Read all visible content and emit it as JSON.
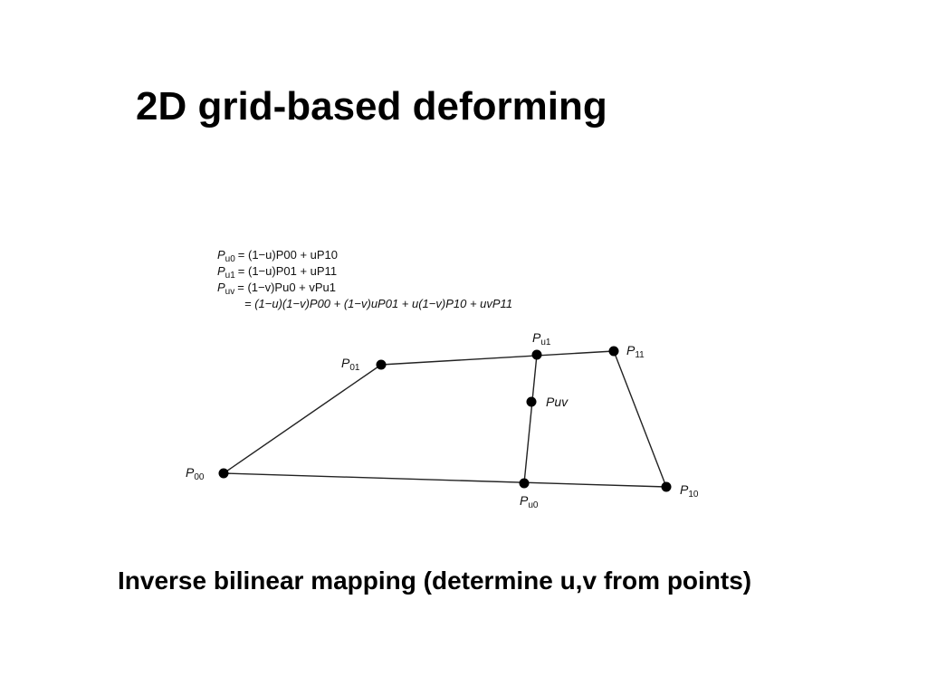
{
  "slide": {
    "title": "2D grid-based deforming",
    "caption": "Inverse bilinear mapping (determine u,v from points)"
  },
  "equations": [
    {
      "lhs": "P",
      "lhs_sub": "u0",
      "rhs": "= (1−u)P00 + uP10"
    },
    {
      "lhs": "P",
      "lhs_sub": "u1",
      "rhs": "= (1−u)P01 + uP11"
    },
    {
      "lhs": "P",
      "lhs_sub": "uv",
      "rhs": "= (1−v)Pu0 + vPu1"
    },
    {
      "lhs": "",
      "lhs_sub": "",
      "rhs": "= (1−u)(1−v)P00 + (1−v)uP01 + u(1−v)P10 + uvP11"
    }
  ],
  "points": {
    "P00": {
      "base": "P",
      "sub": "00"
    },
    "P01": {
      "base": "P",
      "sub": "01"
    },
    "P11": {
      "base": "P",
      "sub": "11"
    },
    "P10": {
      "base": "P",
      "sub": "10"
    },
    "Pu1": {
      "base": "P",
      "sub": "u1"
    },
    "Pu0": {
      "base": "P",
      "sub": "u0"
    },
    "Puv": {
      "base": "Puv",
      "sub": ""
    }
  },
  "colors": {
    "line": "#222222",
    "point": "#000000",
    "text": "#000000"
  }
}
